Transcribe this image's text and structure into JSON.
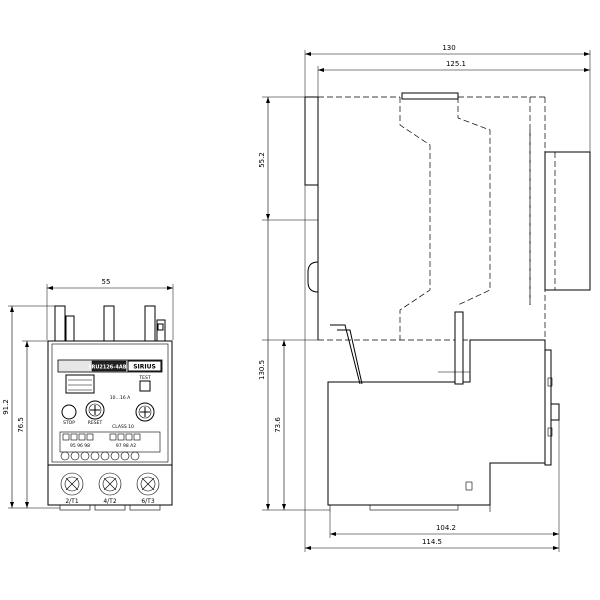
{
  "front_view": {
    "dims": {
      "width": "55",
      "total_height": "91.2",
      "body_height": "76.5"
    },
    "label_band": {
      "left": "3RU2126-4AB0",
      "right": "SIRIUS"
    },
    "buttons": {
      "stop": "STOP",
      "reset": "RESET",
      "test": "TEST",
      "class": "CLASS 10",
      "range": "10…16 A"
    },
    "aux_terminals": {
      "left": "95  96  98",
      "right": "97  98  A2"
    },
    "terminals": [
      "2/T1",
      "4/T2",
      "6/T3"
    ]
  },
  "side_view": {
    "dims": {
      "top_overall": "130",
      "top_inner": "125.1",
      "upper_height": "55.2",
      "total_height": "130.5",
      "lower_height": "73.6",
      "bottom_inner": "104.2",
      "bottom_overall": "114.5"
    }
  }
}
